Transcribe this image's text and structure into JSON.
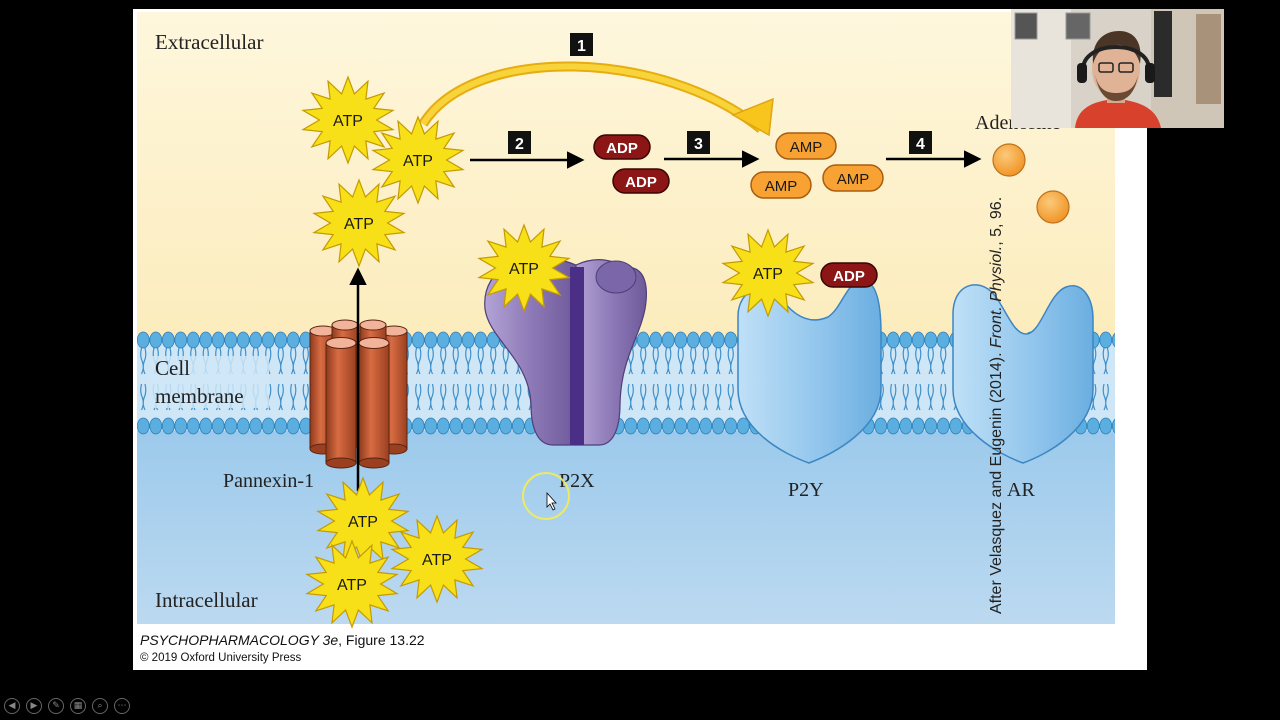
{
  "diagram": {
    "regions": {
      "extracellular": "Extracellular",
      "membrane_line1": "Cell",
      "membrane_line2": "membrane",
      "intracellular": "Intracellular"
    },
    "steps": [
      "1",
      "2",
      "3",
      "4"
    ],
    "molecules": {
      "atp": "ATP",
      "adp": "ADP",
      "amp": "AMP",
      "adenosine": "Adenosine"
    },
    "receptors": {
      "pannexin": "Pannexin-1",
      "p2x": "P2X",
      "p2y": "P2Y",
      "ar": "AR"
    }
  },
  "caption": {
    "book_title": "PSYCHOPHARMACOLOGY 3e",
    "figure": ", Figure 13.22",
    "copyright": "© 2019 Oxford University Press"
  },
  "citation": {
    "prefix": "After Velasquez and Eugenin (2014). ",
    "journal": "Front. Physiol.",
    "suffix": ", 5, 96."
  },
  "colors": {
    "extracellular_bg": "#fdf1c6",
    "intracellular_bg": "#b5d4ee",
    "membrane_blue": "#5aaee0",
    "atp_star": "#f7e017",
    "adp_pill": "#8c1515",
    "amp_pill": "#f7a233",
    "adenosine": "#f6a53a",
    "pannexin": "#c55a33",
    "p2x": "#8e7ab7",
    "receptor_blue": "#9fcdef",
    "step_arrow_yellow": "#f7c51b"
  },
  "controls": [
    "prev-icon",
    "play-icon",
    "pen-icon",
    "slides-icon",
    "zoom-icon",
    "more-icon"
  ]
}
